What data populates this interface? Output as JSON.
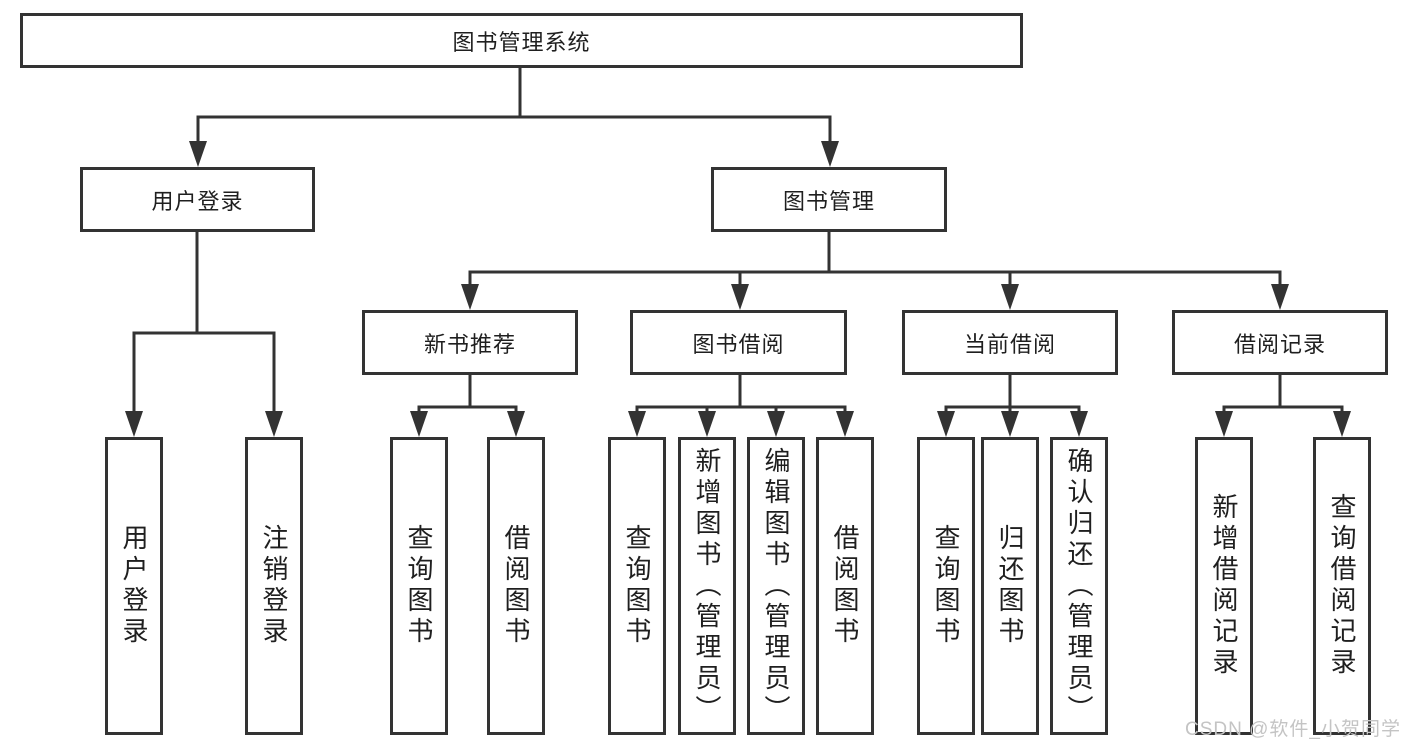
{
  "colors": {
    "line": "#333333",
    "text": "#1f1f1f",
    "box_background": "#ffffff",
    "background": "#ffffff",
    "watermark": "#c4c4c4"
  },
  "root": {
    "label": "图书管理系统"
  },
  "level2": [
    {
      "label": "用户登录"
    },
    {
      "label": "图书管理"
    }
  ],
  "level3": [
    {
      "label": "新书推荐"
    },
    {
      "label": "图书借阅"
    },
    {
      "label": "当前借阅"
    },
    {
      "label": "借阅记录"
    }
  ],
  "leaves": {
    "user_login": [
      "用户登录",
      "注销登录"
    ],
    "new_books": [
      "查询图书",
      "借阅图书"
    ],
    "book_borrow": [
      "查询图书",
      "新增图书（管理员）",
      "编辑图书（管理员）",
      "借阅图书"
    ],
    "current_borrow": [
      "查询图书",
      "归还图书",
      "确认归还（管理员）"
    ],
    "borrow_records": [
      "新增借阅记录",
      "查询借阅记录"
    ]
  },
  "watermark": {
    "text": "CSDN @软件_小贺同学"
  }
}
